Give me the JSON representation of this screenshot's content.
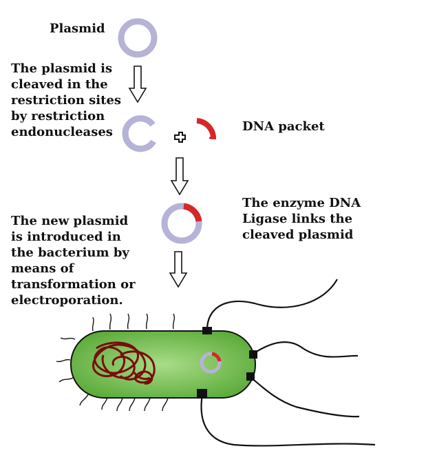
{
  "labels": {
    "plasmid": "Plasmid",
    "cleave": "The plasmid is\ncleaved in the\nrestriction sites\nby restriction\nendonucleases",
    "dna_packet": "DNA packet",
    "ligase": "The enzyme DNA\nLigase links the\ncleaved plasmid",
    "transformation": "The new plasmid\nis introduced in\nthe bacterium by\nmeans of\ntransformation or\nelectroporation."
  },
  "colors": {
    "plasmid": "#b5b3d6",
    "plasmid_stroke": "#8f8cb8",
    "dna": "#d62828",
    "cell_fill": "#6fbf4a",
    "cell_light": "#a9dc88",
    "cell_outline": "#111111",
    "chromosome": "#7a0c0c",
    "flagella": "#111111"
  }
}
